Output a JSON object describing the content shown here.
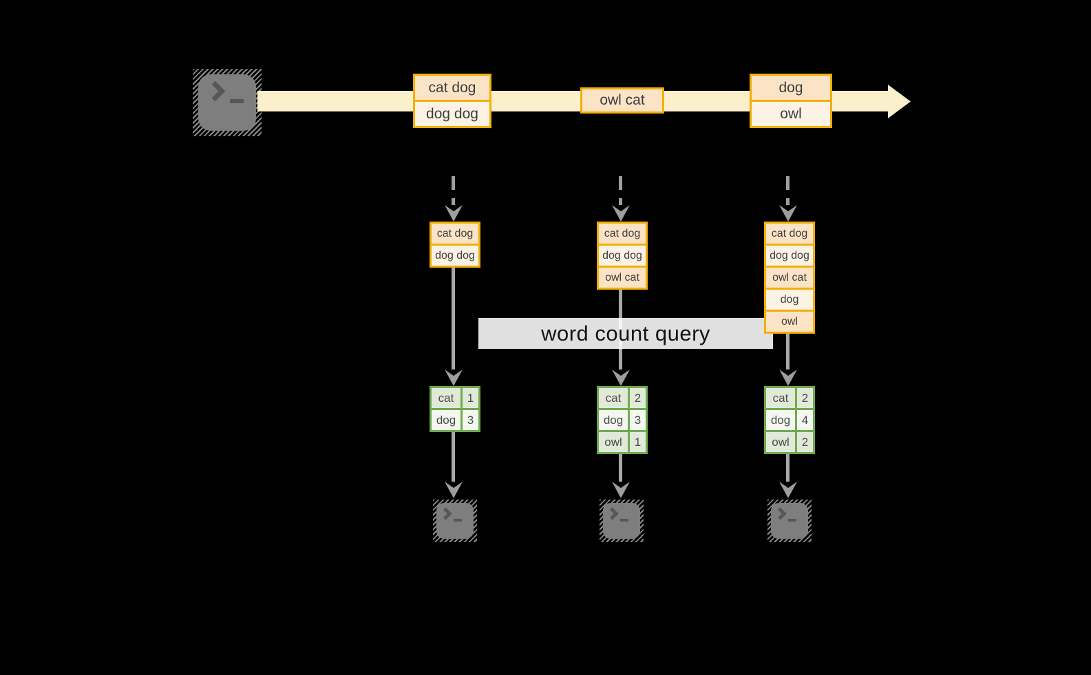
{
  "banner": {
    "label": "word count query"
  },
  "stream": {
    "source_icon": "terminal",
    "arrow_direction": "right",
    "messages": [
      {
        "lines": [
          "cat dog",
          "dog dog"
        ]
      },
      {
        "lines": [
          "owl cat"
        ]
      },
      {
        "lines": [
          "dog",
          "owl"
        ]
      }
    ]
  },
  "columns": [
    {
      "buffer": [
        "cat dog",
        "dog dog"
      ],
      "counts": [
        {
          "word": "cat",
          "count": "1"
        },
        {
          "word": "dog",
          "count": "3"
        }
      ],
      "sink_icon": "terminal"
    },
    {
      "buffer": [
        "cat dog",
        "dog dog",
        "owl cat"
      ],
      "counts": [
        {
          "word": "cat",
          "count": "2"
        },
        {
          "word": "dog",
          "count": "3"
        },
        {
          "word": "owl",
          "count": "1"
        }
      ],
      "sink_icon": "terminal"
    },
    {
      "buffer": [
        "cat dog",
        "dog dog",
        "owl cat",
        "dog",
        "owl"
      ],
      "counts": [
        {
          "word": "cat",
          "count": "2"
        },
        {
          "word": "dog",
          "count": "4"
        },
        {
          "word": "owl",
          "count": "2"
        }
      ],
      "sink_icon": "terminal"
    }
  ],
  "colors": {
    "background": "#000000",
    "stream_band": "#fbf0cb",
    "message_border": "#f2ae0a",
    "message_fill_a": "#fbe3c6",
    "message_fill_b": "#fdf3e4",
    "table_border": "#6faa50",
    "table_fill_a": "#e1ead9",
    "table_fill_b": "#f3f7ef",
    "arrow_gray": "#9e9e9e",
    "terminal_gray": "#7e7e7e",
    "banner_background": "#ffffff",
    "banner_text": "#141414"
  }
}
